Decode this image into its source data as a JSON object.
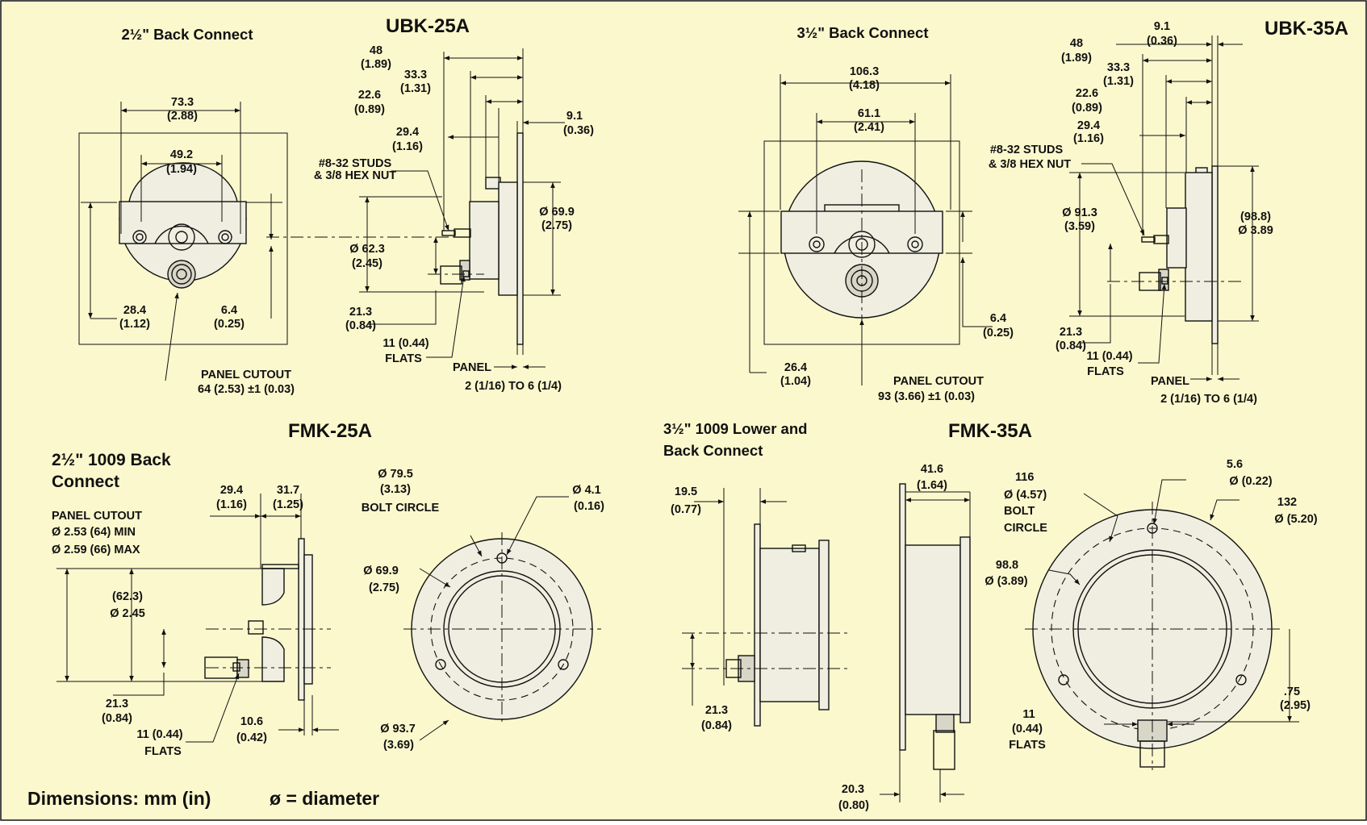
{
  "colors": {
    "background": "#FCF8CD",
    "ink": "#111111",
    "part_fill": "#EFEEE0"
  },
  "ubk25a": {
    "title": "UBK-25A",
    "subtitle": "2½\" Back Connect",
    "d_73_3": "73.3",
    "d_73_3_in": "(2.88)",
    "d_49_2": "49.2",
    "d_49_2_in": "(1.94)",
    "d_28_4": "28.4",
    "d_28_4_in": "(1.12)",
    "d_6_4": "6.4",
    "d_6_4_in": "(0.25)",
    "cutout_1": "PANEL CUTOUT",
    "cutout_2": "64 (2.53) ±1 (0.03)",
    "d_48": "48",
    "d_48_in": "(1.89)",
    "d_33_3": "33.3",
    "d_33_3_in": "(1.31)",
    "d_22_6": "22.6",
    "d_22_6_in": "(0.89)",
    "d_29_4": "29.4",
    "d_29_4_in": "(1.16)",
    "studs_1": "#8-32 STUDS",
    "studs_2": "& 3/8 HEX NUT",
    "d_9_1": "9.1",
    "d_9_1_in": "(0.36)",
    "d_69_9": "Ø 69.9",
    "d_69_9_in": "(2.75)",
    "d_62_3": "Ø 62.3",
    "d_62_3_in": "(2.45)",
    "d_21_3": "21.3",
    "d_21_3_in": "(0.84)",
    "flats_1": "11 (0.44)",
    "flats_2": "FLATS",
    "panel_1": "PANEL",
    "panel_2": "2 (1/16) TO 6 (1/4)"
  },
  "ubk35a": {
    "title": "UBK-35A",
    "subtitle": "3½\" Back Connect",
    "d_106_3": "106.3",
    "d_106_3_in": "(4.18)",
    "d_61_1": "61.1",
    "d_61_1_in": "(2.41)",
    "d_6_4": "6.4",
    "d_6_4_in": "(0.25)",
    "d_26_4": "26.4",
    "d_26_4_in": "(1.04)",
    "cutout_1": "PANEL CUTOUT",
    "cutout_2": "93 (3.66) ±1 (0.03)",
    "d_9_1": "9.1",
    "d_9_1_in": "(0.36)",
    "d_48": "48",
    "d_48_in": "(1.89)",
    "d_33_3": "33.3",
    "d_33_3_in": "(1.31)",
    "d_22_6": "22.6",
    "d_22_6_in": "(0.89)",
    "d_29_4": "29.4",
    "d_29_4_in": "(1.16)",
    "studs_1": "#8-32 STUDS",
    "studs_2": "& 3/8 HEX NUT",
    "d_91_3": "Ø 91.3",
    "d_91_3_in": "(3.59)",
    "d_98_8": "(98.8)",
    "d_98_8_in": "Ø 3.89",
    "d_21_3": "21.3",
    "d_21_3_in": "(0.84)",
    "flats_1": "11 (0.44)",
    "flats_2": "FLATS",
    "panel_1": "PANEL",
    "panel_2": "2 (1/16) TO 6 (1/4)"
  },
  "fmk25a": {
    "title": "FMK-25A",
    "subtitle_1": "2½\" 1009 Back",
    "subtitle_2": "Connect",
    "cutout_1": "PANEL CUTOUT",
    "cutout_2": "Ø 2.53 (64) MIN",
    "cutout_3": "Ø  2.59 (66) MAX",
    "d_29_4": "29.4",
    "d_29_4_in": "(1.16)",
    "d_31_7": "31.7",
    "d_31_7_in": "(1.25)",
    "d_62_3": "(62.3)",
    "d_62_3_in": "Ø 2.45",
    "d_21_3": "21.3",
    "d_21_3_in": "(0.84)",
    "flats_1": "11 (0.44)",
    "flats_2": "FLATS",
    "d_10_6": "10.6",
    "d_10_6_in": "(0.42)",
    "bolt_1": "Ø 79.5",
    "bolt_2": "(3.13)",
    "bolt_3": "BOLT CIRCLE",
    "d_4_1": "Ø 4.1",
    "d_4_1_in": "(0.16)",
    "d_69_9": "Ø 69.9",
    "d_69_9_in": "(2.75)",
    "d_93_7": "Ø 93.7",
    "d_93_7_in": "(3.69)"
  },
  "fmk35a": {
    "title": "FMK-35A",
    "subtitle_1": "3½\" 1009 Lower and",
    "subtitle_2": "Back Connect",
    "d_19_5": "19.5",
    "d_19_5_in": "(0.77)",
    "d_21_3": "21.3",
    "d_21_3_in": "(0.84)",
    "d_41_6": "41.6",
    "d_41_6_in": "(1.64)",
    "d_20_3": "20.3",
    "d_20_3_in": "(0.80)",
    "bolt_1": "116",
    "bolt_2": "Ø (4.57)",
    "bolt_3": "BOLT",
    "bolt_4": "CIRCLE",
    "d_5_6": "5.6",
    "d_5_6_in": "Ø (0.22)",
    "d_132": "132",
    "d_132_in": "Ø (5.20)",
    "d_98_8": "98.8",
    "d_98_8_in": "Ø (3.89)",
    "d_75": ".75",
    "d_75_in": "(2.95)",
    "flats_1": "11",
    "flats_2": "(0.44)",
    "flats_3": "FLATS"
  },
  "footer": {
    "units": "Dimensions: mm (in)",
    "diameter": "ø = diameter"
  }
}
